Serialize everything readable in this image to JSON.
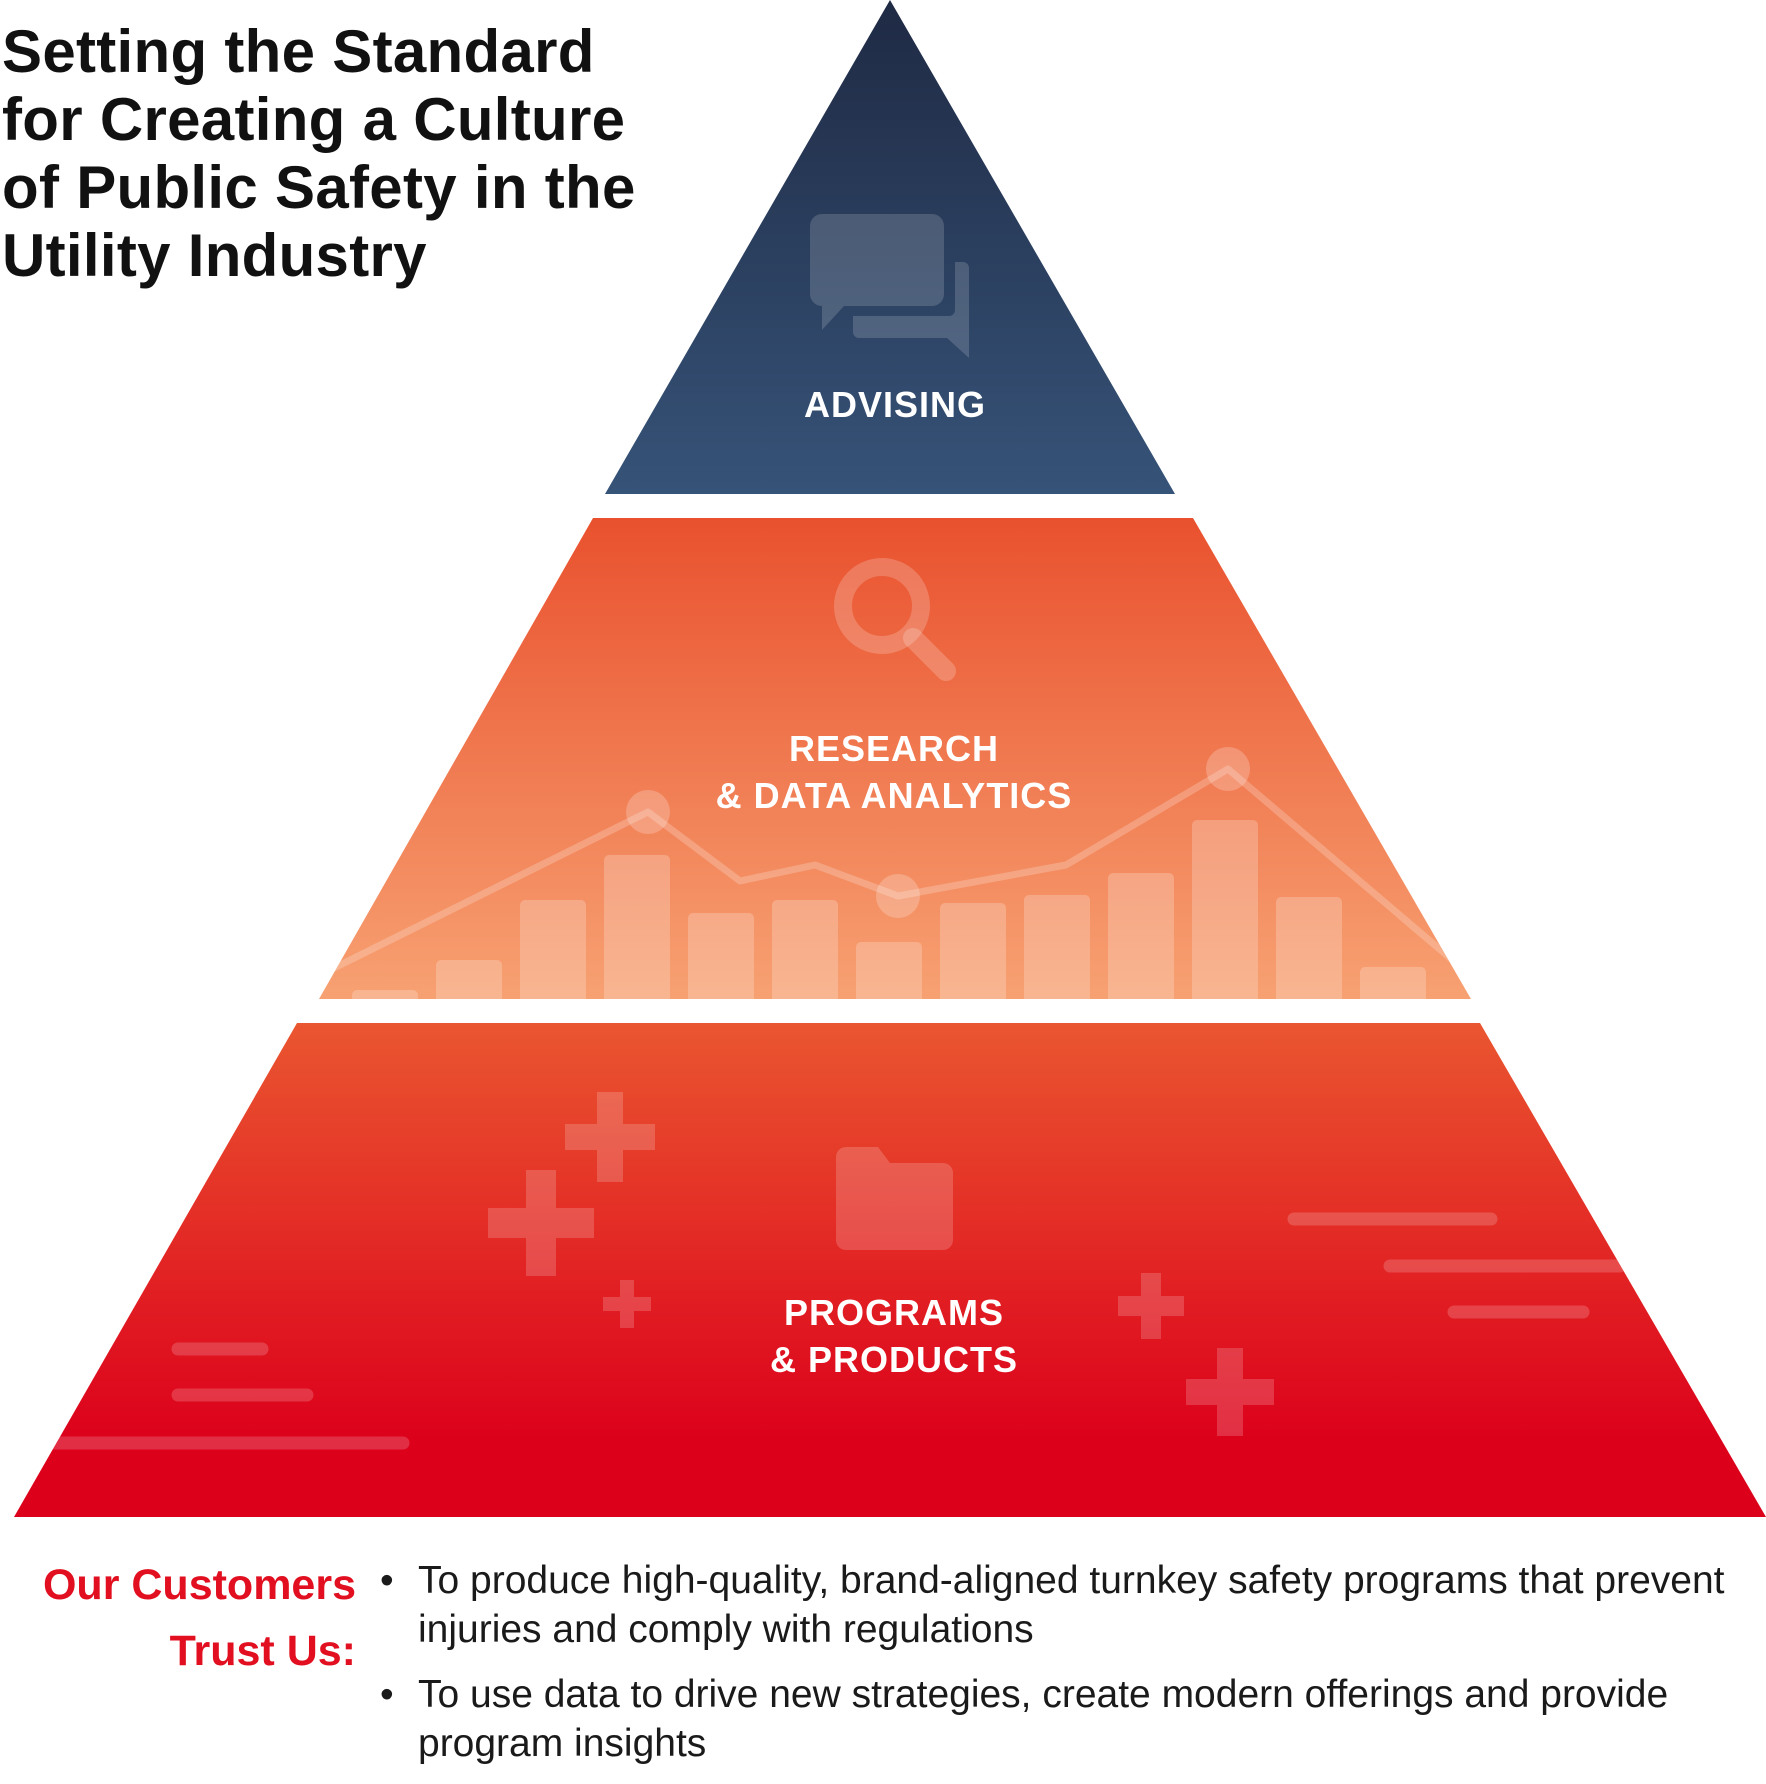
{
  "title_lines": [
    "Setting the Standard",
    "for Creating a Culture",
    "of Public Safety in the",
    "Utility Industry"
  ],
  "tiers": {
    "top": {
      "label": "ADVISING",
      "icon": "chat-bubbles-icon"
    },
    "middle": {
      "label_line1": "RESEARCH",
      "label_line2": "& DATA ANALYTICS",
      "icon": "magnifier-icon"
    },
    "bottom": {
      "label_line1": "PROGRAMS",
      "label_line2": "& PRODUCTS",
      "icon": "folder-icon"
    }
  },
  "colors": {
    "navy_top": "#1f2a44",
    "navy_bottom": "#365378",
    "orange_top": "#e9512e",
    "orange_bottom": "#f7a172",
    "red_top": "#ea5630",
    "red_bottom": "#dc001b",
    "accent_red": "#e10f1f"
  },
  "trust": {
    "line1": "Our Customers",
    "line2": "Trust Us:"
  },
  "bullets": [
    "To produce high-quality, brand-aligned turnkey safety programs that prevent injuries and comply with regulations",
    "To use data to drive new strategies, create modern offerings and provide program insights"
  ]
}
